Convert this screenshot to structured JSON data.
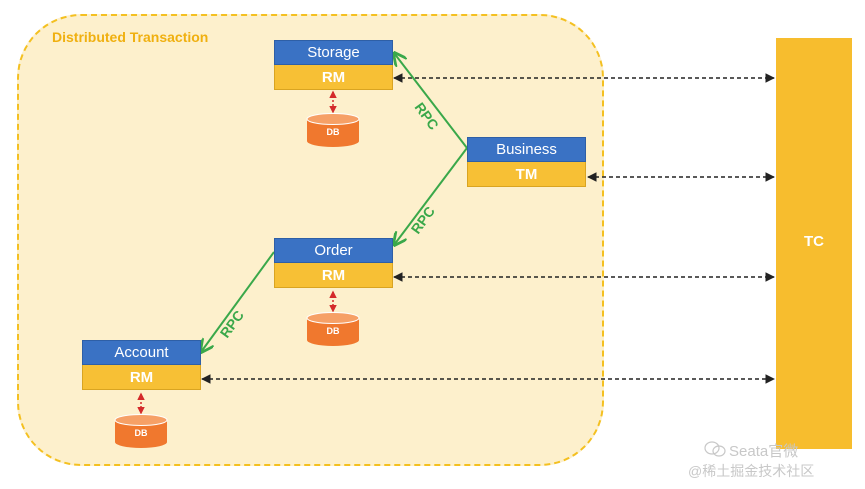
{
  "region": {
    "label": "Distributed Transaction"
  },
  "nodes": {
    "storage": {
      "title": "Storage",
      "role": "RM"
    },
    "business": {
      "title": "Business",
      "role": "TM"
    },
    "order": {
      "title": "Order",
      "role": "RM"
    },
    "account": {
      "title": "Account",
      "role": "RM"
    }
  },
  "db_label": "DB",
  "tc_label": "TC",
  "rpc_label": "RPC",
  "watermark": {
    "line1": "Seata官微",
    "line2": "@稀土掘金技术社区"
  },
  "colors": {
    "node_header": "#3a72c4",
    "node_role": "#f7c035",
    "db": "#f0782e",
    "tc": "#f7bd2e",
    "rpc": "#3aa84a",
    "region_fill": "#fdf0cc",
    "region_border": "#f4c020"
  }
}
